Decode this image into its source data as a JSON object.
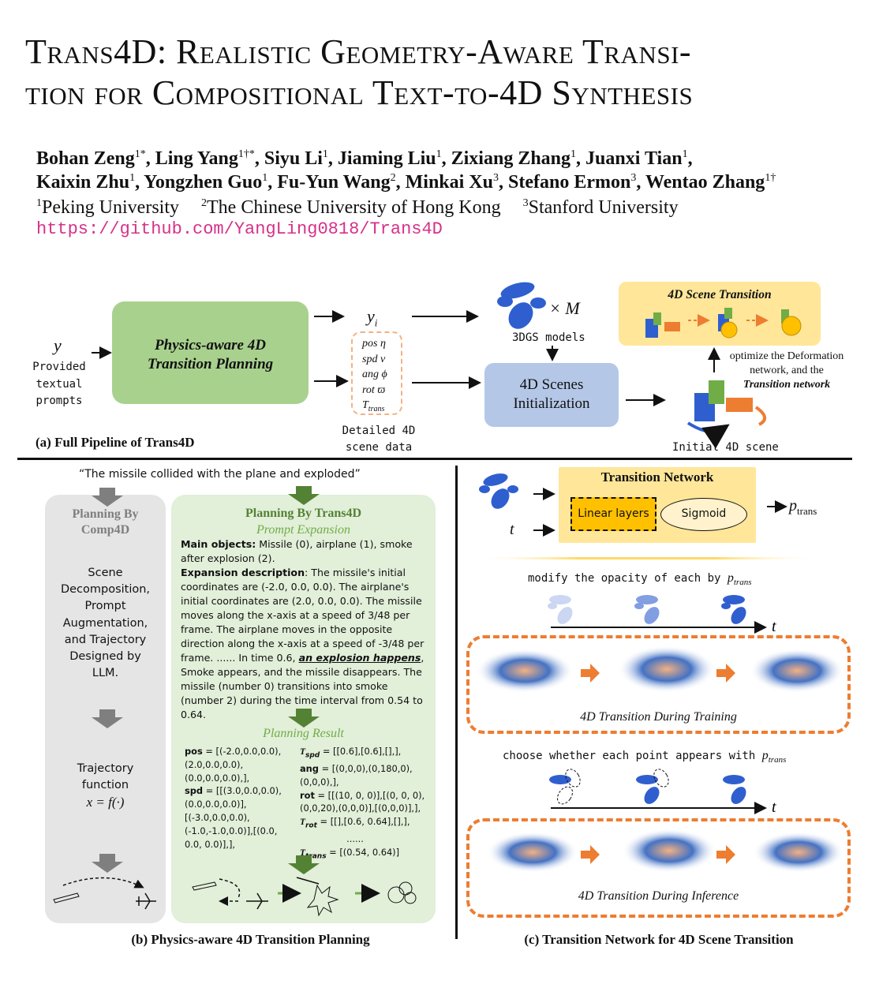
{
  "paper": {
    "title_line1": "Trans4D: Realistic Geometry-Aware Transi-",
    "title_line2": "tion for Compositional Text-to-4D Synthesis",
    "authors_line1": [
      {
        "name": "Bohan Zeng",
        "sup": "1*"
      },
      {
        "name": "Ling Yang",
        "sup": "1†*"
      },
      {
        "name": "Siyu Li",
        "sup": "1"
      },
      {
        "name": "Jiaming Liu",
        "sup": "1"
      },
      {
        "name": "Zixiang Zhang",
        "sup": "1"
      },
      {
        "name": "Juanxi Tian",
        "sup": "1"
      }
    ],
    "authors_line2": [
      {
        "name": "Kaixin Zhu",
        "sup": "1"
      },
      {
        "name": "Yongzhen Guo",
        "sup": "1"
      },
      {
        "name": "Fu-Yun Wang",
        "sup": "2"
      },
      {
        "name": "Minkai Xu",
        "sup": "3"
      },
      {
        "name": "Stefano Ermon",
        "sup": "3"
      },
      {
        "name": "Wentao Zhang",
        "sup": "1†"
      }
    ],
    "affiliations": [
      {
        "sup": "1",
        "name": "Peking University"
      },
      {
        "sup": "2",
        "name": "The Chinese University of Hong Kong"
      },
      {
        "sup": "3",
        "name": "Stanford University"
      }
    ],
    "link": "https://github.com/YangLing0818/Trans4D"
  },
  "pipeline": {
    "input_symbol": "y",
    "input_label": [
      "Provided",
      "textual",
      "prompts"
    ],
    "planning_box": [
      "Physics-aware 4D",
      "Transition Planning"
    ],
    "yi_symbol": "y",
    "yi_sub": "i",
    "scene_vars": [
      "pos η",
      "spd ν",
      "ang ϕ",
      "rot ϖ",
      "T"
    ],
    "trans_sub": "trans",
    "scene_data_label": [
      "Detailed 4D",
      "scene data"
    ],
    "times_m": "× M",
    "gs_label": "3DGS models",
    "init_box": [
      "4D Scenes",
      "Initialization"
    ],
    "transition_title": "4D Scene Transition",
    "optimize_text": [
      "optimize the Deformation",
      "network, and the"
    ],
    "optimize_ital": "Transition network",
    "initial_label": "Initial 4D scene",
    "caption": "(a) Full Pipeline of Trans4D"
  },
  "planning": {
    "prompt": "“The missile collided with the plane and exploded”",
    "comp4d_title": [
      "Planning By",
      "Comp4D"
    ],
    "comp4d_desc": [
      "Scene",
      "Decomposition,",
      "Prompt",
      "Augmentation,",
      "and Trajectory",
      "Designed by",
      "LLM."
    ],
    "traj_desc": [
      "Trajectory",
      "function"
    ],
    "traj_formula": "x = f(·)",
    "trans4d_title": "Planning By Trans4D",
    "prompt_expansion": "Prompt Expansion",
    "main_objects_label": "Main objects:",
    "main_objects_text": " Missile (0), airplane (1), smoke after explosion (2).",
    "expansion_label": "Expansion description",
    "expansion_text_1": ": The missile's initial coordinates are (-2.0, 0.0, 0.0). The airplane's initial coordinates are (2.0, 0.0, 0.0). The missile moves along the x-axis at a speed of 3/48 per frame. The airplane moves in the opposite direction along the x-axis at a speed of -3/48 per frame. ...... In time 0.6, ",
    "expansion_emph": "an explosion happens",
    "expansion_text_2": ", Smoke appears, and the missile disappears. The missile (number 0) transitions into smoke (number 2) during the time interval from 0.54 to 0.64.",
    "planning_result": "Planning Result",
    "left_code": [
      {
        "k": "pos",
        "v": " = [(-2.0,0.0,0.0), (2.0,0.0,0.0),(0.0,0.0,0.0),],"
      },
      {
        "k": "spd",
        "v": " = [[(3.0,0.0,0.0), (0.0,0.0,0.0)], [(-3.0,0.0,0.0),(-1.0,-1.0,0.0)],[(0.0, 0.0, 0.0)],],"
      }
    ],
    "right_code": [
      {
        "k": "T",
        "sub": "spd",
        "v": " = [[0.6],[0.6],[],],"
      },
      {
        "k": "ang",
        "sub": "",
        "v": " = [(0,0,0),(0,180,0),(0,0,0),],"
      },
      {
        "k": "rot",
        "sub": "",
        "v": " = [[(10, 0, 0)],[(0, 0, 0),(0,0,20),(0,0,0)],[(0,0,0)],],"
      },
      {
        "k": "T",
        "sub": "rot",
        "v": " = [[],[0.6, 0.64],[],],"
      },
      {
        "k": "......",
        "sub": "",
        "v": ""
      },
      {
        "k": "T",
        "sub": "trans",
        "v": " = [(0.54, 0.64)]"
      }
    ],
    "caption": "(b) Physics-aware 4D Transition Planning"
  },
  "network": {
    "title": "Transition Network",
    "linear": "Linear layers",
    "sigmoid": "Sigmoid",
    "t_symbol": "t",
    "p_symbol": "p",
    "p_sub": "trans",
    "opacity_text": "modify the opacity of each by ",
    "training_label": "4D Transition During Training",
    "choose_text": "choose whether each point appears with ",
    "inference_label": "4D Transition During Inference",
    "caption": "(c) Transition Network for 4D Scene Transition"
  },
  "colors": {
    "green_box": "#a9d18e",
    "blue_box": "#b4c7e7",
    "yellow_box": "#ffe699",
    "orange": "#ed7d31",
    "gs_blue": "#2f5fcf",
    "link_pink": "#d6318a"
  }
}
